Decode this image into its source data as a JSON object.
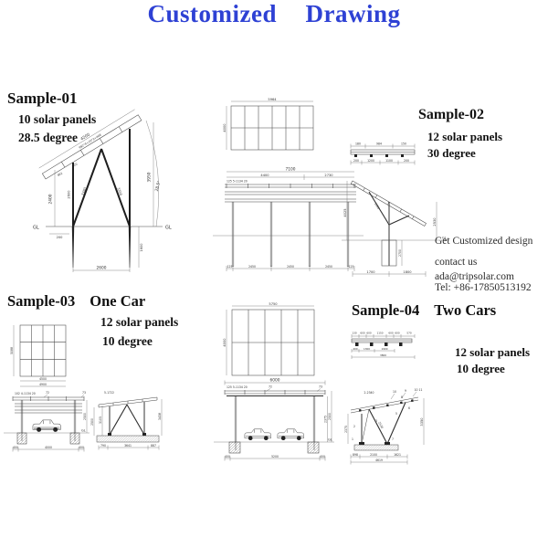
{
  "title": "Customized Drawing",
  "colors": {
    "accent": "#2e41d4",
    "line": "#474747"
  },
  "contact": {
    "l1": "Get Customized design",
    "l2": "contact us",
    "l3": "ada@tripsolar.com",
    "l4": "Tel: +86-17850513192"
  },
  "s1": {
    "heading": "Sample-01",
    "spec1": "10 solar panels",
    "spec2": "28.5 degree",
    "slope": "4200",
    "formula": "992*4+20*3+408",
    "pw": "992",
    "gap": "20",
    "h_front": "2400",
    "post": "2600",
    "brace1": "3380",
    "brace2": "3350",
    "h_rear": "3950",
    "angle": "28.5°",
    "gl_l": "GL",
    "gl_r": "GL",
    "off": "200",
    "pile": "1600",
    "span": "2600"
  },
  "s2": {
    "heading": "Sample-02",
    "spec1": "12 solar panels",
    "spec2": "30 degree",
    "plan_w": "5964",
    "plan_h": "4000",
    "f_total": "7100",
    "f_l": "4400",
    "f_r": "2730",
    "f_note": "125 5-1134 20",
    "f_b0": "125",
    "f_b1": "2450",
    "f_b2": "2450",
    "f_b3": "2450",
    "f_b4": "125",
    "d_t0": "180",
    "d_t1": "984",
    "d_t2": "150",
    "d_b0": "200",
    "d_b1": "1200",
    "d_b2": "1100",
    "d_b3": "200",
    "sv_hl": "4025",
    "sv_hr": "2530",
    "sv_brace": "1850",
    "sv_post": "2700",
    "sv_gl": "GL",
    "sv_b1": "1700",
    "sv_b2": "1800"
  },
  "s3": {
    "heading": "Sample-03",
    "sub": "One Car",
    "spec1": "12 solar panels",
    "spec2": "10 degree",
    "plan_h": "5088",
    "plan_w1": "4500",
    "plan_w2": "4900",
    "f_note": "102 4-1134 20",
    "f_c1": "72",
    "f_c2": "73",
    "f_gl": "GL",
    "f_h": "2500",
    "f_b0": "400",
    "f_b1": "4000",
    "f_b2": "400",
    "sv_note": "5-1722",
    "sv_hl": "2500",
    "sv_h2": "3105",
    "sv_hr": "3438",
    "sv_b0": "790",
    "sv_b1": "3641",
    "sv_b2": "887"
  },
  "s4": {
    "heading": "Sample-04",
    "sub": "Two Cars",
    "spec1": "12 solar panels",
    "spec2": "10 degree",
    "d_t0": "130",
    "d_t1": "600",
    "d_t2": "600",
    "d_t3": "1150",
    "d_t4": "600",
    "d_t5": "600",
    "d_t6": "570",
    "d_b0": "400",
    "d_b1": "1300",
    "d_b2": "1900",
    "d_total": "3800",
    "plan_w": "5750",
    "plan_h": "4000",
    "f_total": "6000",
    "f_note": "125 5-1134 20",
    "f_c1": "72",
    "f_c2": "73",
    "f_gl": "GL",
    "f_h1": "2500",
    "f_h2": "2375",
    "f_b0": "400",
    "f_b1": "5200",
    "f_b2": "400",
    "sv_note": "2-2340",
    "sv_n1": "10",
    "sv_n2": "9",
    "sv_n3": "10 11",
    "sv_hl": "2375",
    "sv_diag": "2530",
    "sv_hr": "3350",
    "sv_b0": "898",
    "sv_b1": "2100",
    "sv_b2": "1621",
    "sv_total": "4619",
    "sv_c": [
      "1",
      "2",
      "3",
      "5",
      "6",
      "7",
      "8"
    ]
  }
}
